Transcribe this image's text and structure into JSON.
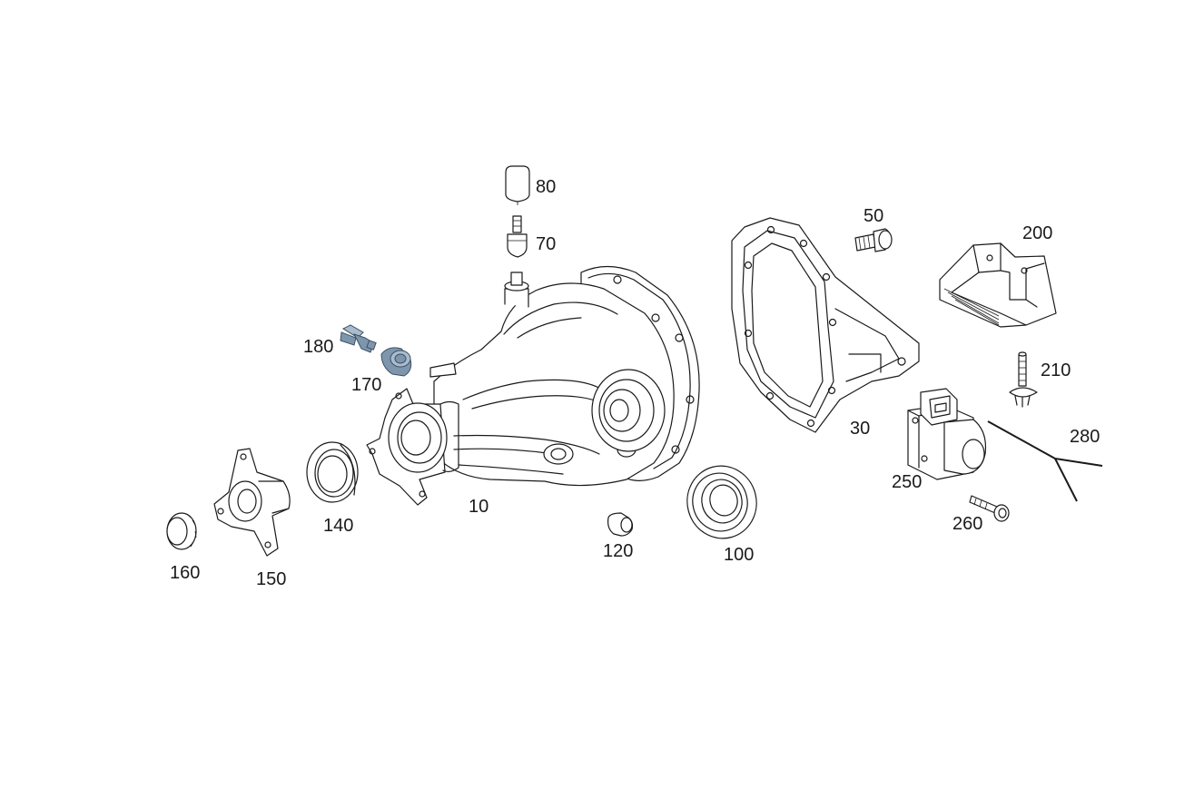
{
  "diagram": {
    "parts": [
      {
        "id": "p10",
        "name": "axle-housing",
        "number": "10"
      },
      {
        "id": "p30",
        "name": "housing-cover",
        "number": "30"
      },
      {
        "id": "p50",
        "name": "bolt",
        "number": "50"
      },
      {
        "id": "p70",
        "name": "breather-valve",
        "number": "70"
      },
      {
        "id": "p80",
        "name": "breather-cap",
        "number": "80"
      },
      {
        "id": "p100",
        "name": "shaft-seal-right",
        "number": "100"
      },
      {
        "id": "p120",
        "name": "bushing",
        "number": "120"
      },
      {
        "id": "p140",
        "name": "shaft-seal-front",
        "number": "140"
      },
      {
        "id": "p150",
        "name": "drive-flange",
        "number": "150"
      },
      {
        "id": "p160",
        "name": "collar-nut",
        "number": "160"
      },
      {
        "id": "p170",
        "name": "screw-plug",
        "number": "170"
      },
      {
        "id": "p180",
        "name": "sensor",
        "number": "180"
      },
      {
        "id": "p200",
        "name": "bracket",
        "number": "200"
      },
      {
        "id": "p210",
        "name": "expanding-rivet",
        "number": "210"
      },
      {
        "id": "p250",
        "name": "actuator-motor",
        "number": "250"
      },
      {
        "id": "p260",
        "name": "screw",
        "number": "260"
      },
      {
        "id": "p280",
        "name": "wiring-harness",
        "number": "280"
      }
    ],
    "colors": {
      "line": "#1a1a1a",
      "highlight": "#7e96ad",
      "background": "#ffffff"
    }
  }
}
